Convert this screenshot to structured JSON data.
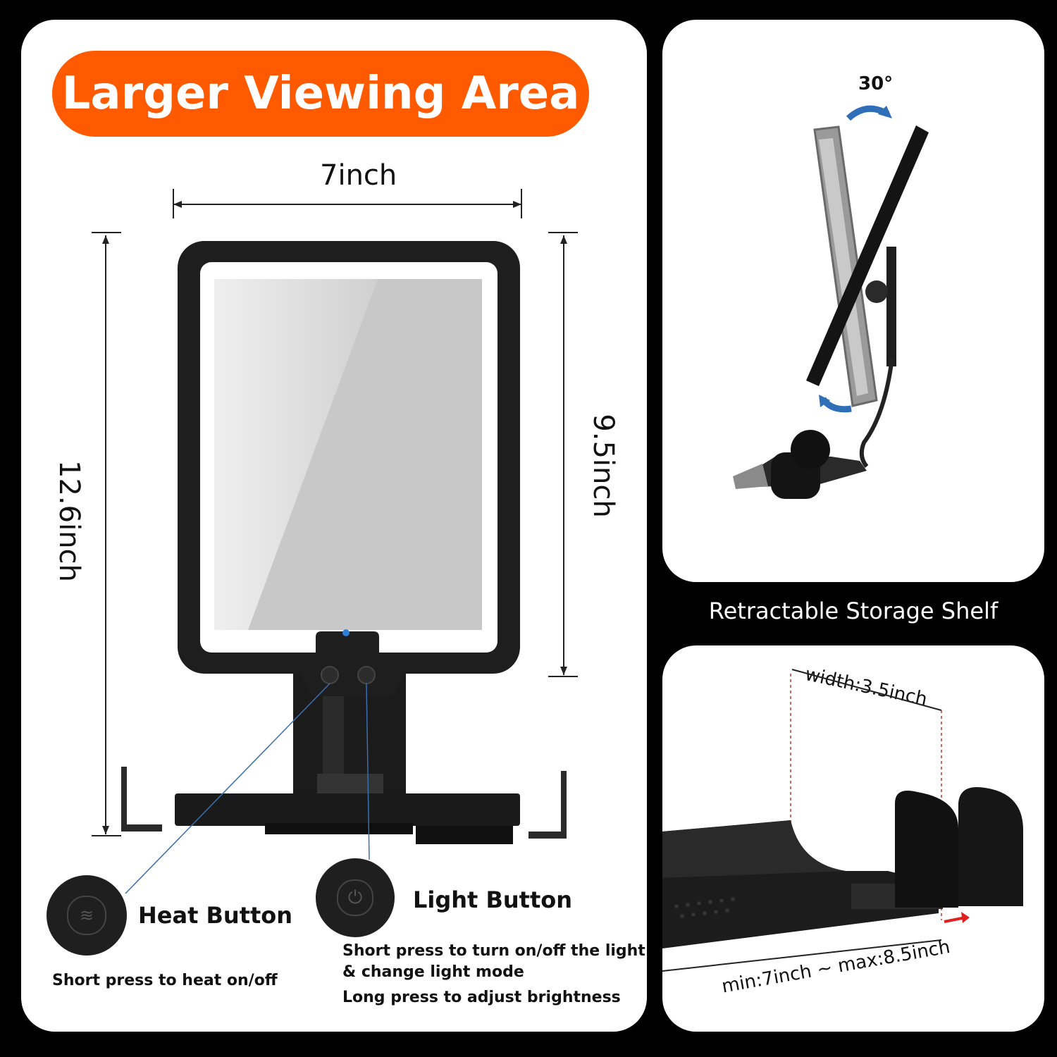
{
  "title": "Larger Viewing Area",
  "dimensions": {
    "width": "7inch",
    "total_height": "12.6inch",
    "mirror_height": "9.5inch"
  },
  "heat_button": {
    "label": "Heat Button",
    "description": "Short press to heat on/off",
    "icon": "heat-waves-icon"
  },
  "light_button": {
    "label": "Light Button",
    "description_line1": "Short press to turn on/off the light",
    "description_line2": "& change light mode",
    "description_line3": "Long press to adjust brightness",
    "icon": "power-icon"
  },
  "rotation": {
    "angle": "30°"
  },
  "shelf": {
    "caption": "Retractable Storage Shelf",
    "width_label": "width:3.5inch",
    "range_label": "min:7inch ~ max:8.5inch"
  },
  "colors": {
    "accent": "#FF5A00",
    "indicator": "#2F7FD8",
    "arrow_blue": "#2F6FB8",
    "arrow_red": "#E02020"
  }
}
